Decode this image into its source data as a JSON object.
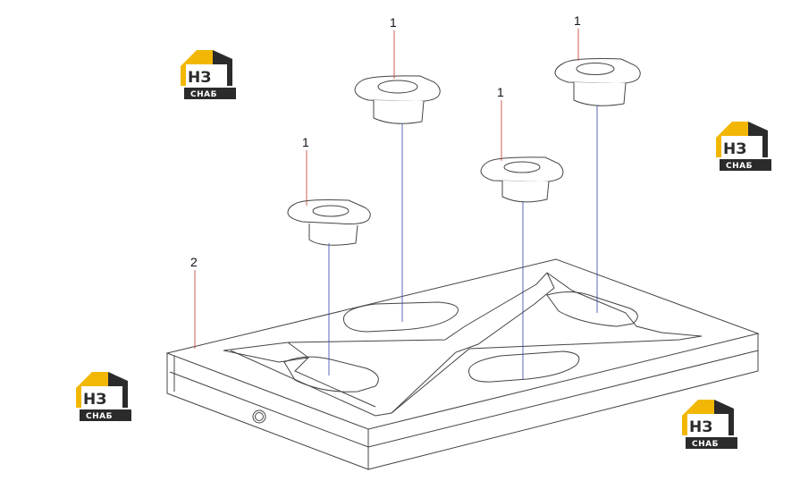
{
  "callouts": [
    {
      "id": "c1a",
      "text": "1"
    },
    {
      "id": "c1b",
      "text": "1"
    },
    {
      "id": "c1c",
      "text": "1"
    },
    {
      "id": "c1d",
      "text": "1"
    },
    {
      "id": "c2",
      "text": "2"
    }
  ],
  "watermark": {
    "top_text": "НЗ",
    "bottom_text": "СНАБ",
    "colors": {
      "roof": "#f2b705",
      "dark": "#2b2b2b"
    }
  },
  "colors": {
    "outline": "#444444",
    "leader_red": "#c0392b",
    "leader_blue": "#3344aa"
  }
}
